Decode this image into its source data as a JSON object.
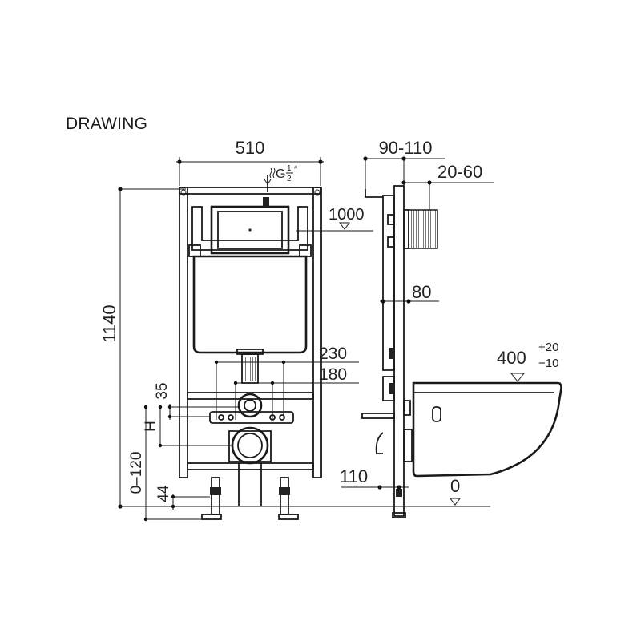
{
  "heading": "DRAWING",
  "front_view": {
    "width": "510",
    "height": "1140",
    "water_inlet": {
      "symbol": "G",
      "fraction_num": "1",
      "fraction_den": "2",
      "unit": "″"
    },
    "bolt_spacing_outer": "230",
    "bolt_spacing_inner": "180",
    "offset_35": "35",
    "label_h": "H",
    "range_0_120": "0–120",
    "foot_44": "44"
  },
  "side_view": {
    "depth_range": "90-110",
    "panel_range": "20-60",
    "level_1000": "1000",
    "offset_80": "80",
    "offset_110": "110",
    "floor_level": "0",
    "pan_height": "400",
    "pan_tol_plus": "+20",
    "pan_tol_minus": "−10"
  }
}
